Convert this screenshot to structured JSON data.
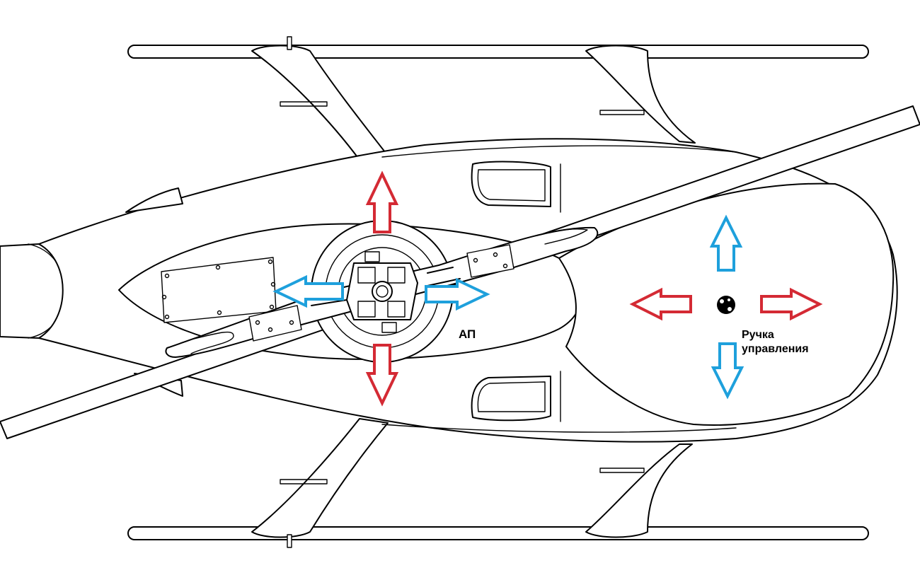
{
  "labels": {
    "autopilot": "АП",
    "stick_line1": "Ручка",
    "stick_line2": "управления"
  },
  "colors": {
    "red_arrow": "#d42a34",
    "blue_arrow": "#1ea0dc",
    "outline": "#000000",
    "background": "#ffffff"
  },
  "icons": {
    "rotor_hub": "rotor-hub-icon",
    "control_stick": "control-stick-icon"
  }
}
